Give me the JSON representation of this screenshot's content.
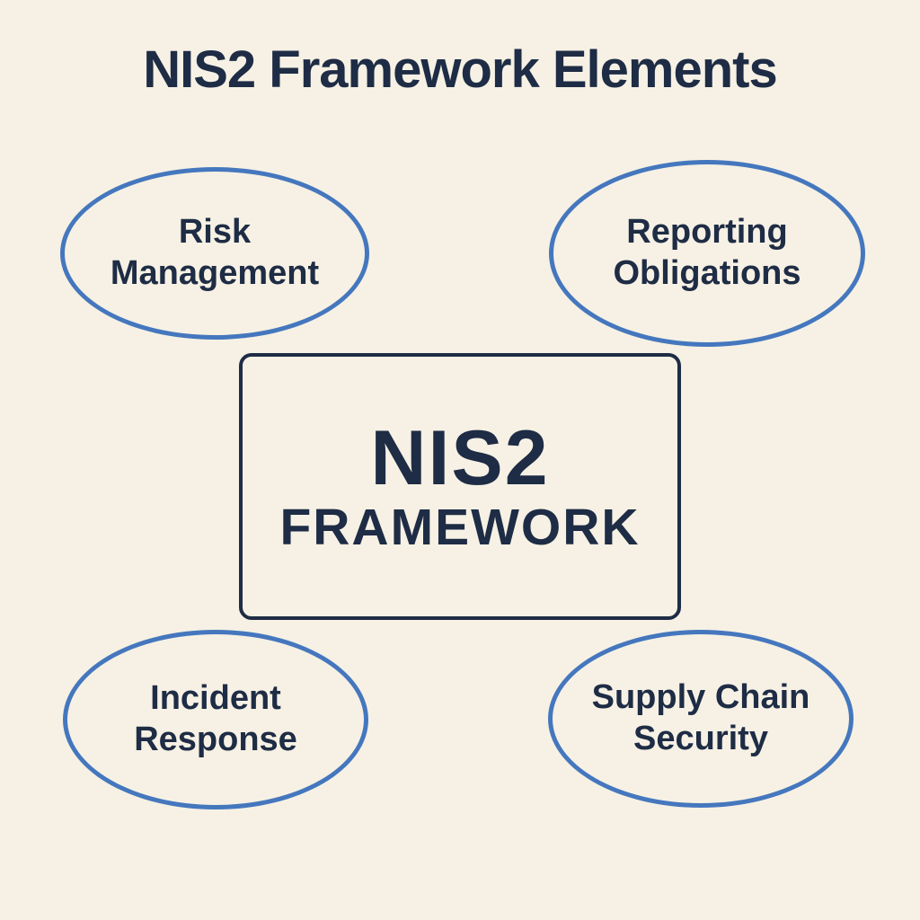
{
  "title": "NIS2 Framework Elements",
  "center_box": {
    "line1": "NIS2",
    "line2": "FRAMEWORK"
  },
  "nodes": [
    {
      "id": "risk-management",
      "label": "Risk Management",
      "position": "top-left"
    },
    {
      "id": "reporting-obligations",
      "label": "Reporting Obligations",
      "position": "top-right"
    },
    {
      "id": "incident-response",
      "label": "Incident Response",
      "position": "bottom-left"
    },
    {
      "id": "supply-chain-security",
      "label": "Supply Chain Security",
      "position": "bottom-right"
    }
  ],
  "colors": {
    "background": "#f6f1e4",
    "text": "#1e2c45",
    "ellipse_stroke": "#4577be",
    "box_stroke": "#1e2c45"
  }
}
